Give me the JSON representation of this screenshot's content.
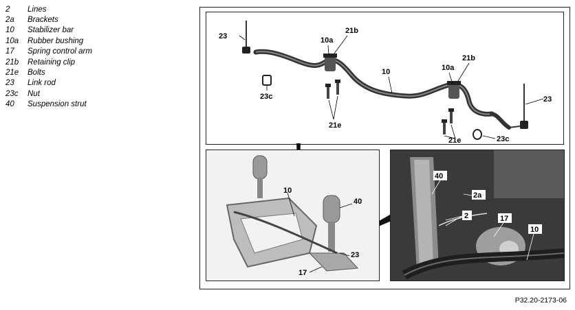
{
  "legend": [
    {
      "code": "2",
      "text": "Lines"
    },
    {
      "code": "2a",
      "text": "Brackets"
    },
    {
      "code": "10",
      "text": "Stabilizer bar"
    },
    {
      "code": "10a",
      "text": "Rubber bushing"
    },
    {
      "code": "17",
      "text": "Spring control arm"
    },
    {
      "code": "21b",
      "text": "Retaining clip"
    },
    {
      "code": "21e",
      "text": "Bolts"
    },
    {
      "code": "23",
      "text": "Link rod"
    },
    {
      "code": "23c",
      "text": "Nut"
    },
    {
      "code": "40",
      "text": "Suspension strut"
    }
  ],
  "top_panel": {
    "callouts": {
      "c23_left": "23",
      "c10a_left": "10a",
      "c21b_left": "21b",
      "c10": "10",
      "c10a_right": "10a",
      "c21b_right": "21b",
      "c23_right": "23",
      "c23c_left": "23c",
      "c21e_left": "21e",
      "c21e_right": "21e",
      "c23c_right": "23c"
    }
  },
  "bottom_left_panel": {
    "callouts": {
      "c10": "10",
      "c40": "40",
      "c23": "23",
      "c17": "17"
    }
  },
  "bottom_right_panel": {
    "callouts": {
      "c40": "40",
      "c2a": "2a",
      "c2": "2",
      "c17": "17",
      "c10": "10"
    }
  },
  "figure_id": "P32.20-2173-06"
}
